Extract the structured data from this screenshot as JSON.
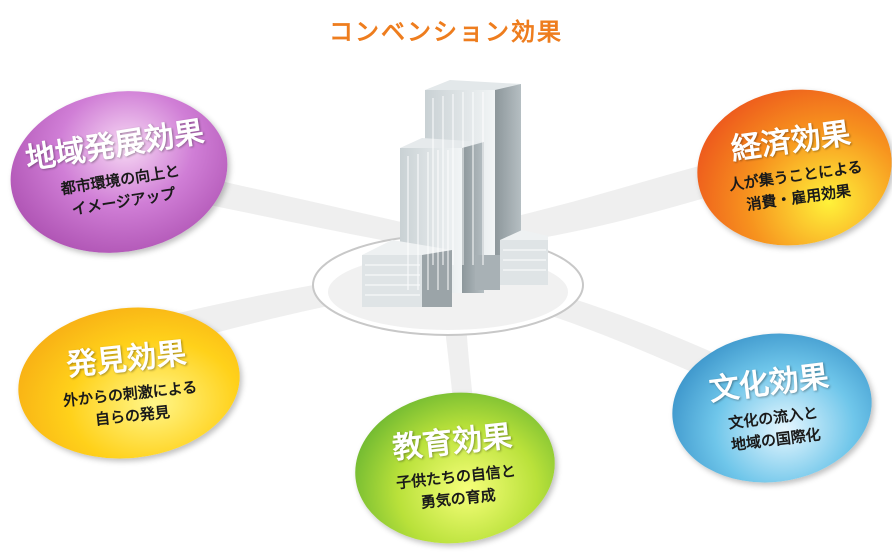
{
  "title": "コンベンション効果",
  "bubbles": {
    "region": {
      "heading": "地域発展効果",
      "line1": "都市環境の向上と",
      "line2": "イメージアップ"
    },
    "economic": {
      "heading": "経済効果",
      "line1": "人が集うことによる",
      "line2": "消費・雇用効果"
    },
    "discovery": {
      "heading": "発見効果",
      "line1": "外からの刺激による",
      "line2": "自らの発見"
    },
    "culture": {
      "heading": "文化効果",
      "line1": "文化の流入と",
      "line2": "地域の国際化"
    },
    "education": {
      "heading": "教育効果",
      "line1": "子供たちの自信と",
      "line2": "勇気の育成"
    }
  },
  "colors": {
    "title": "#ee7d1e",
    "region": "#b04cb4",
    "economic": "#f26a1b",
    "discovery": "#fbbf1a",
    "culture": "#3fa2d8",
    "education": "#8dc63f"
  }
}
